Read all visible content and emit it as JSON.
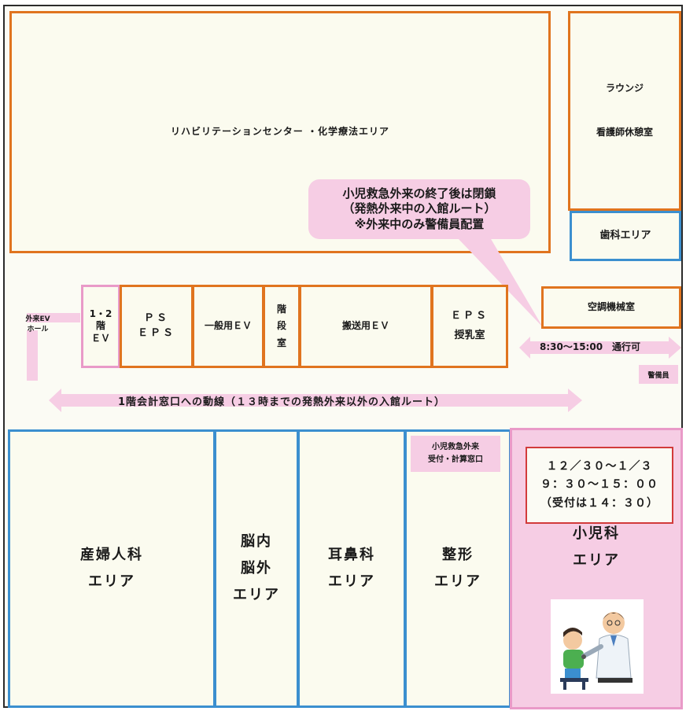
{
  "rooms": {
    "rehab": "リハビリテーションセンター ・化学療法エリア",
    "lounge": [
      "ラウンジ",
      "看護師休憩室"
    ],
    "dental": "歯科エリア",
    "ac_room": "空調機械室",
    "ev12": [
      "1・2",
      "階",
      "ＥＶ"
    ],
    "ps_eps": [
      "ＰＳ",
      "ＥＰＳ"
    ],
    "general_ev": "一般用ＥＶ",
    "stairs": [
      "階",
      "段",
      "室"
    ],
    "transport_ev": "搬送用ＥＶ",
    "eps_nursing": [
      "ＥＰＳ",
      "授乳室"
    ],
    "obgyn": [
      "産婦人科",
      "エリア"
    ],
    "neuro": [
      "脳内",
      "脳外",
      "エリア"
    ],
    "ent": [
      "耳鼻科",
      "エリア"
    ],
    "ortho": [
      "整形",
      "エリア"
    ],
    "pediatrics": [
      "小児科",
      "エリア"
    ]
  },
  "callout": [
    "小児救急外来の終了後は閉鎖",
    "（発熱外来中の入館ルート）",
    "※外来中のみ警備員配置"
  ],
  "ev_hall": [
    "外来EV",
    "ホール"
  ],
  "passage_hours": "8:30～15:00　通行可",
  "guard": "警備員",
  "route_label": "1階会計窓口への動線（１３時までの発熱外来以外の入館ルート）",
  "peds_er_counter": [
    "小児救急外来",
    "受付・計算窓口"
  ],
  "holiday_notice": [
    "１２／３０～１／３",
    "９：３０～１５：００",
    "（受付は１４：３０）"
  ],
  "colors": {
    "orange": "#e0741f",
    "blue": "#3b8fcf",
    "pink": "#e99ac8",
    "pink_fill": "#f6cde4",
    "red": "#d23b3b"
  },
  "icons": [
    "doctor-with-child-illustration"
  ]
}
